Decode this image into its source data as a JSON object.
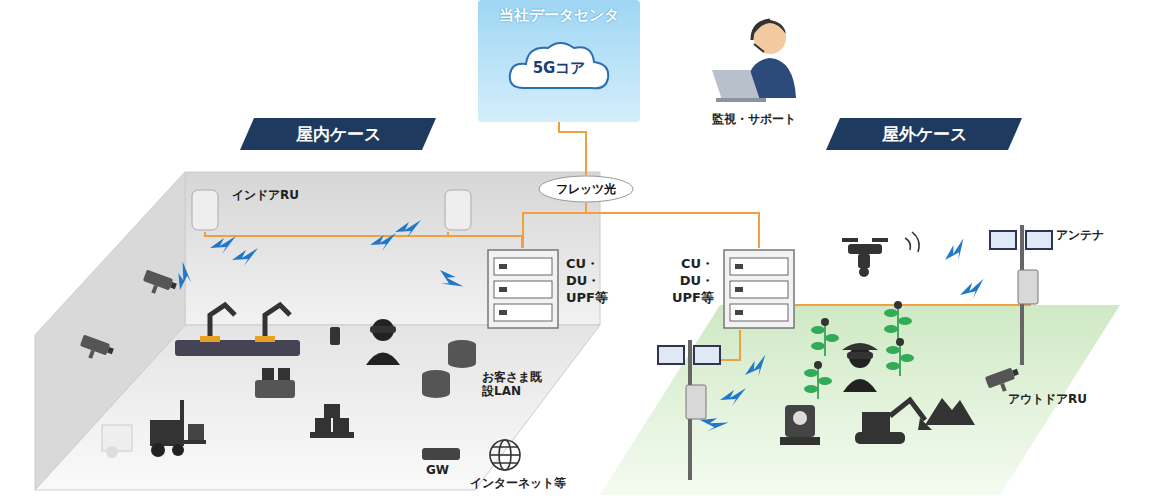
{
  "diagram": {
    "nodes": [
      {
        "text": [
          "当社データセンタ"
        ]
      },
      {
        "text": [
          "5Gコア"
        ],
        "in": 0
      },
      {
        "text": [
          "フレッツ光"
        ]
      },
      {
        "text": [
          "屋内ケース"
        ]
      },
      {
        "text": [
          "屋外ケース"
        ]
      },
      {
        "text": [
          "CU・DU・UPF等"
        ]
      },
      {
        "text": [
          "CU・DU・UPF等"
        ]
      }
    ],
    "edges": [
      {
        "from": 0,
        "to": 2,
        "arrow": "none"
      },
      {
        "from": 2,
        "to": 5,
        "arrow": "none"
      },
      {
        "from": 2,
        "to": 6,
        "arrow": "none"
      }
    ],
    "labels": [
      "監視・サポート",
      "インドアRU",
      "お客さま既設LAN",
      "GW",
      "インターネット等",
      "アンテナ",
      "アウトドアRU"
    ]
  }
}
